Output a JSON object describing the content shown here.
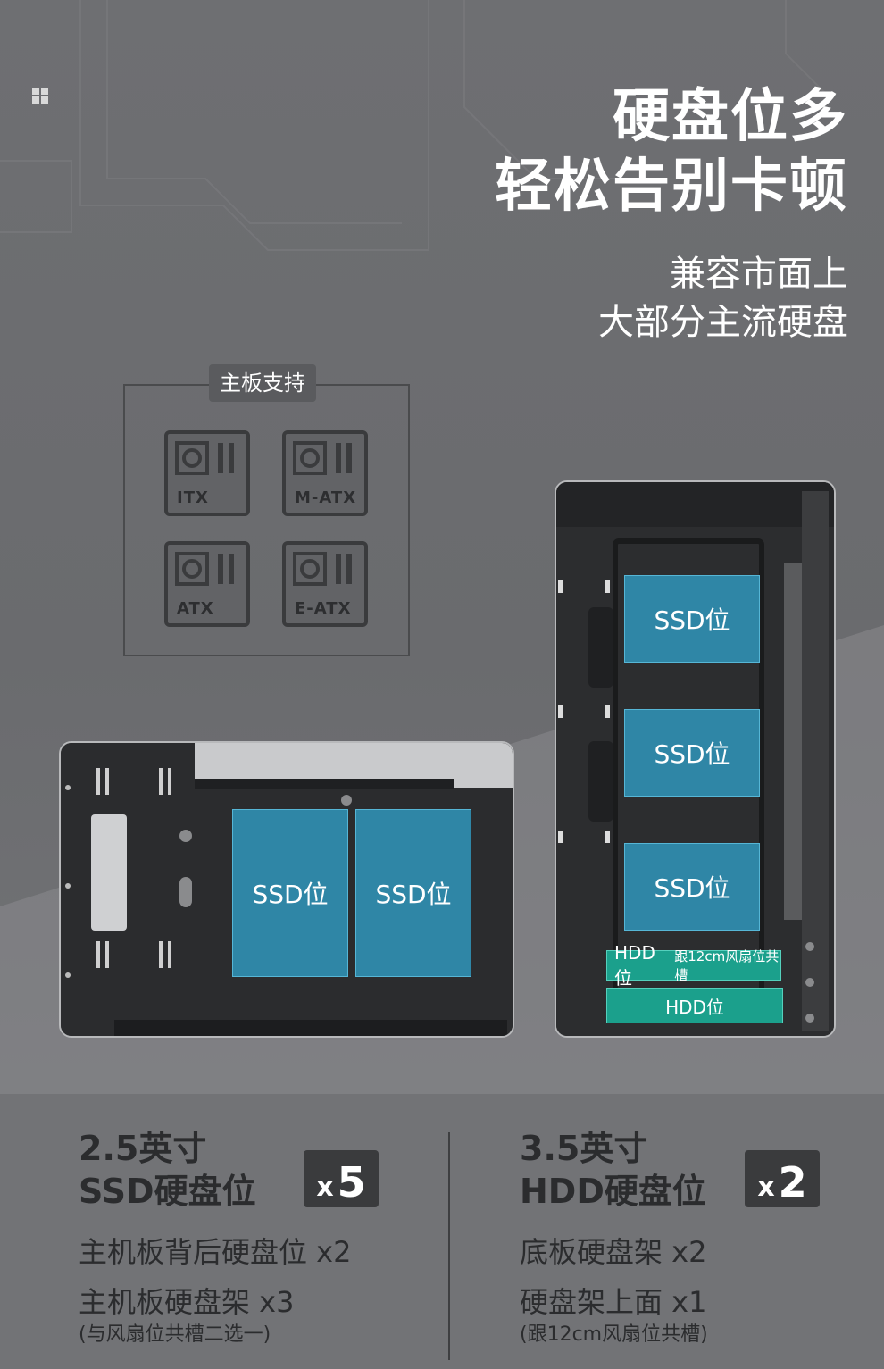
{
  "headline": {
    "line1": "硬盘位多",
    "line2": "轻松告别卡顿"
  },
  "subline": {
    "line1": "兼容市面上",
    "line2": "大部分主流硬盘"
  },
  "motherboard": {
    "title": "主板支持",
    "types": [
      "ITX",
      "M-ATX",
      "ATX",
      "E-ATX"
    ]
  },
  "left_case": {
    "slots": [
      "SSD位",
      "SSD位"
    ]
  },
  "right_case": {
    "ssd_slots": [
      "SSD位",
      "SSD位",
      "SSD位"
    ],
    "hdd_top_label": "HDD位",
    "hdd_top_note": "跟12cm风扇位共槽",
    "hdd_bottom_label": "HDD位"
  },
  "specs": {
    "ssd": {
      "title_line1": "2.5英寸",
      "title_line2": "SSD硬盘位",
      "badge_x": "x",
      "badge_count": "5",
      "line1": "主机板背后硬盘位 x2",
      "line2": "主机板硬盘架 x3",
      "note": "(与风扇位共槽二选一)"
    },
    "hdd": {
      "title_line1": "3.5英寸",
      "title_line2": "HDD硬盘位",
      "badge_x": "x",
      "badge_count": "2",
      "line1": "底板硬盘架 x2",
      "line2": "硬盘架上面 x1",
      "note": "(跟12cm风扇位共槽)"
    }
  },
  "colors": {
    "ssd": "#2f86a6",
    "hdd": "#1ba08c"
  }
}
